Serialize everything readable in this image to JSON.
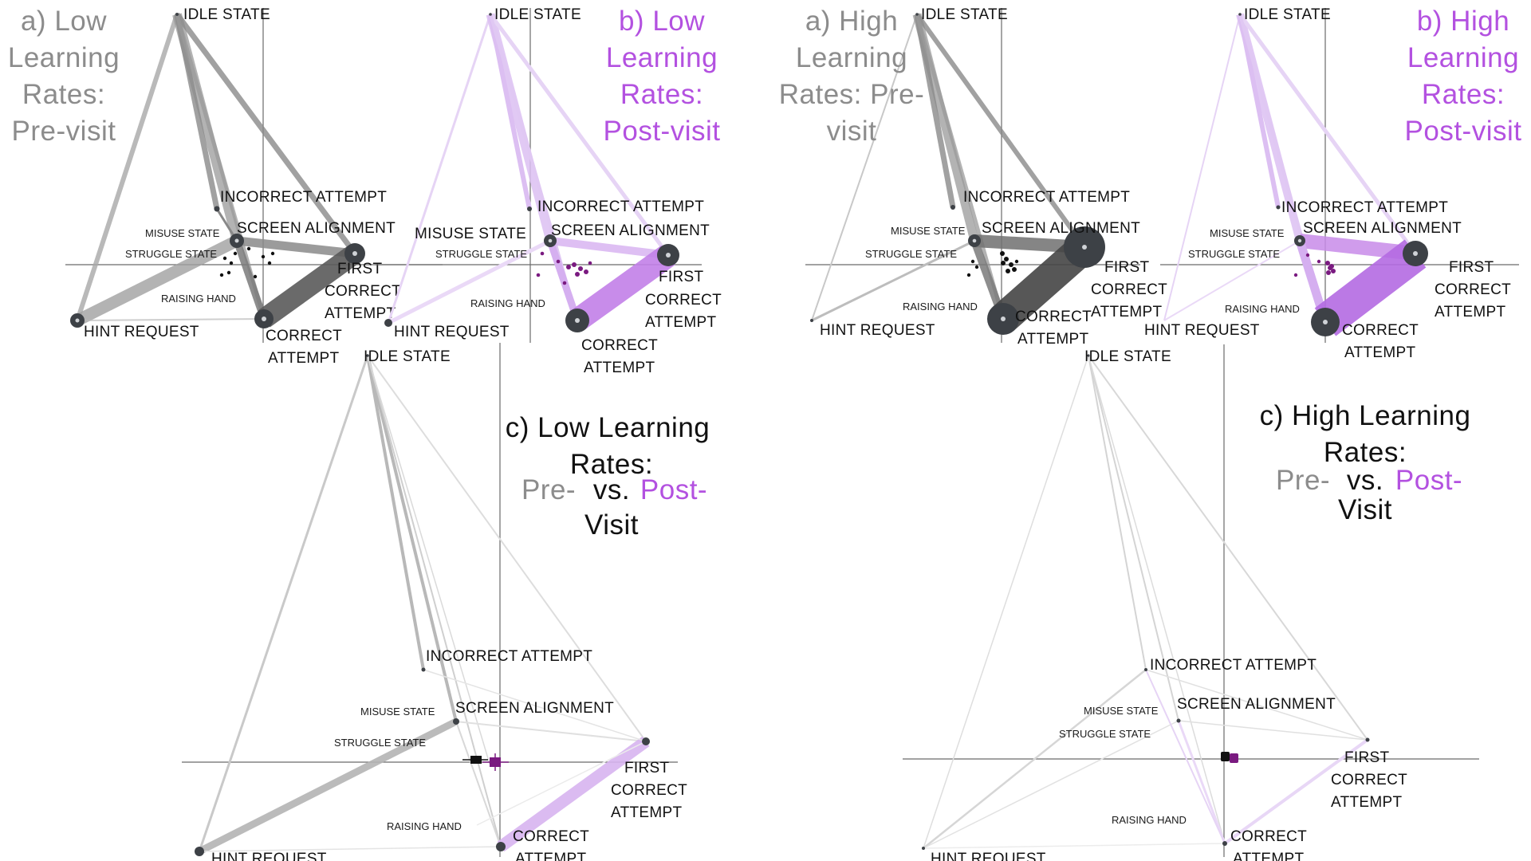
{
  "colors": {
    "pre": "#8a8a8a",
    "pre_dark": "#505050",
    "post": "#b35ee3",
    "post_light": "#d9b8f0",
    "axis": "#6a6a6a",
    "text": "#111111",
    "grey_title": "#8c8c8c",
    "purple_title": "#b351e0"
  },
  "titles": {
    "pre_low": [
      "a) Low",
      "Learning",
      "Rates:",
      "Pre-visit"
    ],
    "post_low": [
      "b) Low",
      "Learning",
      "Rates:",
      "Post-visit"
    ],
    "pre_high": [
      "a) High",
      "Learning",
      "Rates: Pre-",
      "visit"
    ],
    "post_high": [
      "b) High",
      "Learning",
      "Rates:",
      "Post-visit"
    ],
    "cmp_low": {
      "line1": "c) Low Learning",
      "line2": "Rates:",
      "pre": "Pre-",
      "vs": "vs.",
      "post": "Post-",
      "last": "Visit"
    },
    "cmp_high": {
      "line1": "c) High Learning",
      "line2": "Rates:",
      "pre": "Pre-",
      "vs": "vs.",
      "post": "Post-",
      "last": "Visit"
    }
  },
  "labels": {
    "idle": "IDLE STATE",
    "incorrect": "INCORRECT ATTEMPT",
    "screen": "SCREEN ALIGNMENT",
    "misuse": "MISUSE STATE",
    "struggle": "STRUGGLE STATE",
    "raising": "RAISING HAND",
    "hint": "HINT REQUEST",
    "first": [
      "FIRST",
      "CORRECT",
      "ATTEMPT"
    ],
    "correct": [
      "CORRECT",
      "ATTEMPT"
    ]
  }
}
